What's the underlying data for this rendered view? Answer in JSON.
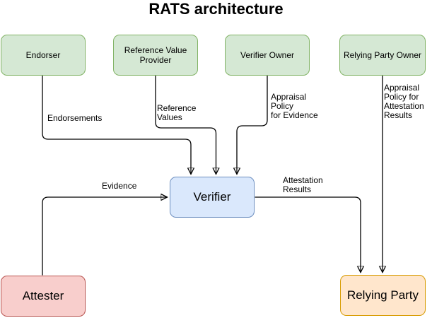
{
  "title": "RATS architecture",
  "colors": {
    "green_fill": "#d5e8d4",
    "green_stroke": "#82b366",
    "blue_fill": "#dae8fc",
    "blue_stroke": "#6c8ebf",
    "red_fill": "#f8cecc",
    "red_stroke": "#b85450",
    "orange_fill": "#ffe6cc",
    "orange_stroke": "#d79b00",
    "edge": "#000000"
  },
  "nodes": {
    "endorser": {
      "label": "Endorser"
    },
    "reference_value_provider": {
      "label": "Reference Value\nProvider"
    },
    "verifier_owner": {
      "label": "Verifier Owner"
    },
    "relying_party_owner": {
      "label": "Relying Party Owner"
    },
    "verifier": {
      "label": "Verifier"
    },
    "attester": {
      "label": "Attester"
    },
    "relying_party": {
      "label": "Relying Party"
    }
  },
  "edges": {
    "endorsements": {
      "label": "Endorsements",
      "from": "Endorser",
      "to": "Verifier"
    },
    "reference_values": {
      "label": "Reference\nValues",
      "from": "Reference Value Provider",
      "to": "Verifier"
    },
    "appraisal_policy_evidence": {
      "label": "Appraisal\nPolicy\nfor Evidence",
      "from": "Verifier Owner",
      "to": "Verifier"
    },
    "appraisal_policy_attestation": {
      "label": "Appraisal\nPolicy for\nAttestation\nResults",
      "from": "Relying Party Owner",
      "to": "Relying Party"
    },
    "evidence": {
      "label": "Evidence",
      "from": "Attester",
      "to": "Verifier"
    },
    "attestation_results": {
      "label": "Attestation\nResults",
      "from": "Verifier",
      "to": "Relying Party"
    }
  }
}
